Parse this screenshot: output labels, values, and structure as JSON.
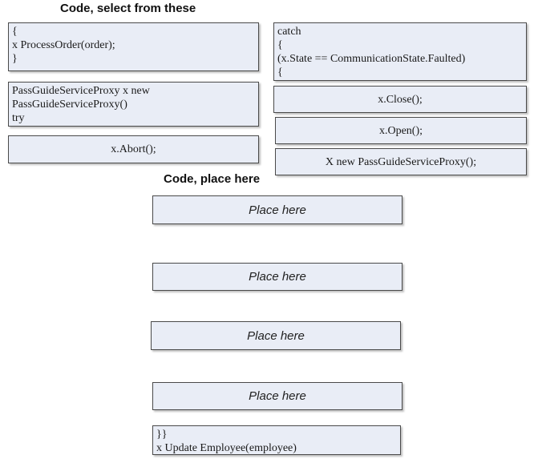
{
  "headings": {
    "select": "Code, select from these",
    "place": "Code, place here"
  },
  "source_blocks": [
    {
      "lines": [
        "{",
        "x ProcessOrder(order);",
        "}"
      ]
    },
    {
      "lines": [
        "catch",
        "{",
        "(x.State == CommunicationState.Faulted)",
        "{"
      ]
    },
    {
      "lines": [
        "PassGuideServiceProxy x new",
        "PassGuideServiceProxy()",
        "try"
      ]
    },
    {
      "text": "x.Close();"
    },
    {
      "text": "x.Open();"
    },
    {
      "text": "x.Abort();"
    },
    {
      "text": "X new PassGuideServiceProxy();"
    }
  ],
  "targets": [
    "Place here",
    "Place here",
    "Place here",
    "Place here"
  ],
  "fixed_block": {
    "lines": [
      "}}",
      "x Update Employee(employee)"
    ]
  }
}
